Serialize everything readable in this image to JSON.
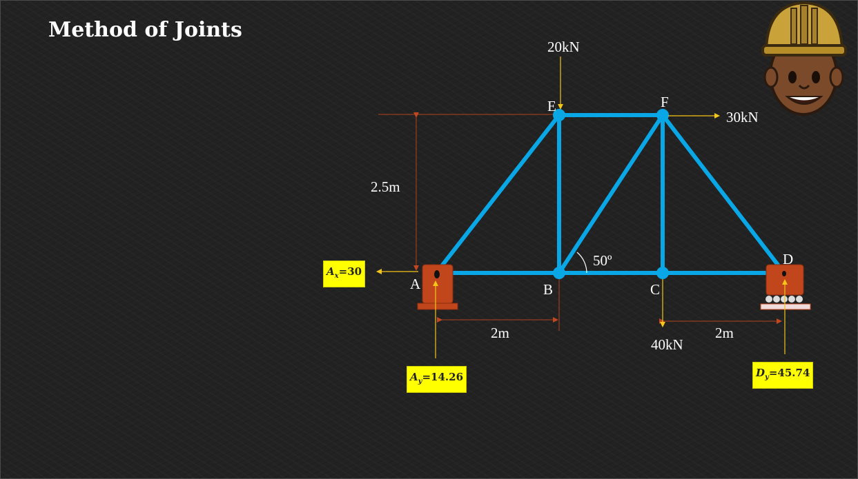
{
  "slide": {
    "title": "Method of Joints"
  },
  "joints": {
    "A": "A",
    "B": "B",
    "C": "C",
    "D": "D",
    "E": "E",
    "F": "F"
  },
  "loads": {
    "top": "20kN",
    "right": "30kN",
    "bottom": "40kN"
  },
  "dimensions": {
    "height": "2.5m",
    "left_span": "2m",
    "right_span": "2m",
    "angle": "50º"
  },
  "reactions": {
    "ax": {
      "symbol": "A",
      "sub": "x",
      "value": "30"
    },
    "ay": {
      "symbol": "A",
      "sub": "y",
      "value": "14.26"
    },
    "dy": {
      "symbol": "D",
      "sub": "y",
      "value": "45.74"
    }
  },
  "colors": {
    "member": "#0aa7e6",
    "support": "#c2461b",
    "arrow": "#f5c518",
    "dimension": "#c0471f",
    "reaction_box": "#ffff00"
  }
}
